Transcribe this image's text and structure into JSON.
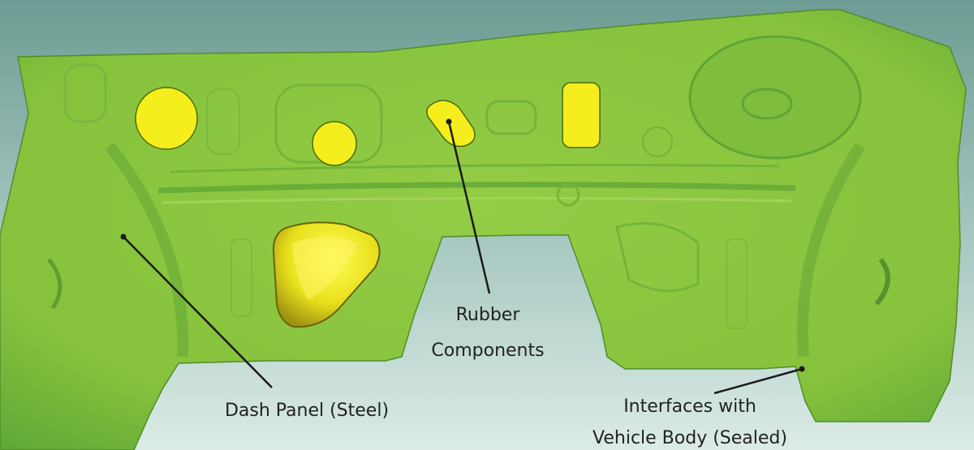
{
  "labels": {
    "dash_panel": "Dash Panel (Steel)",
    "rubber_line1": "Rubber",
    "rubber_line2": "Components",
    "interfaces_line1": "Interfaces with",
    "interfaces_line2": "Vehicle Body (Sealed)"
  },
  "colors": {
    "steel_panel": "#8cc63f",
    "rubber_parts": "#f2ec1a",
    "background_top": "#6f9e94",
    "background_bottom": "#d6e8e3",
    "leader_line": "#1a1a1a"
  }
}
